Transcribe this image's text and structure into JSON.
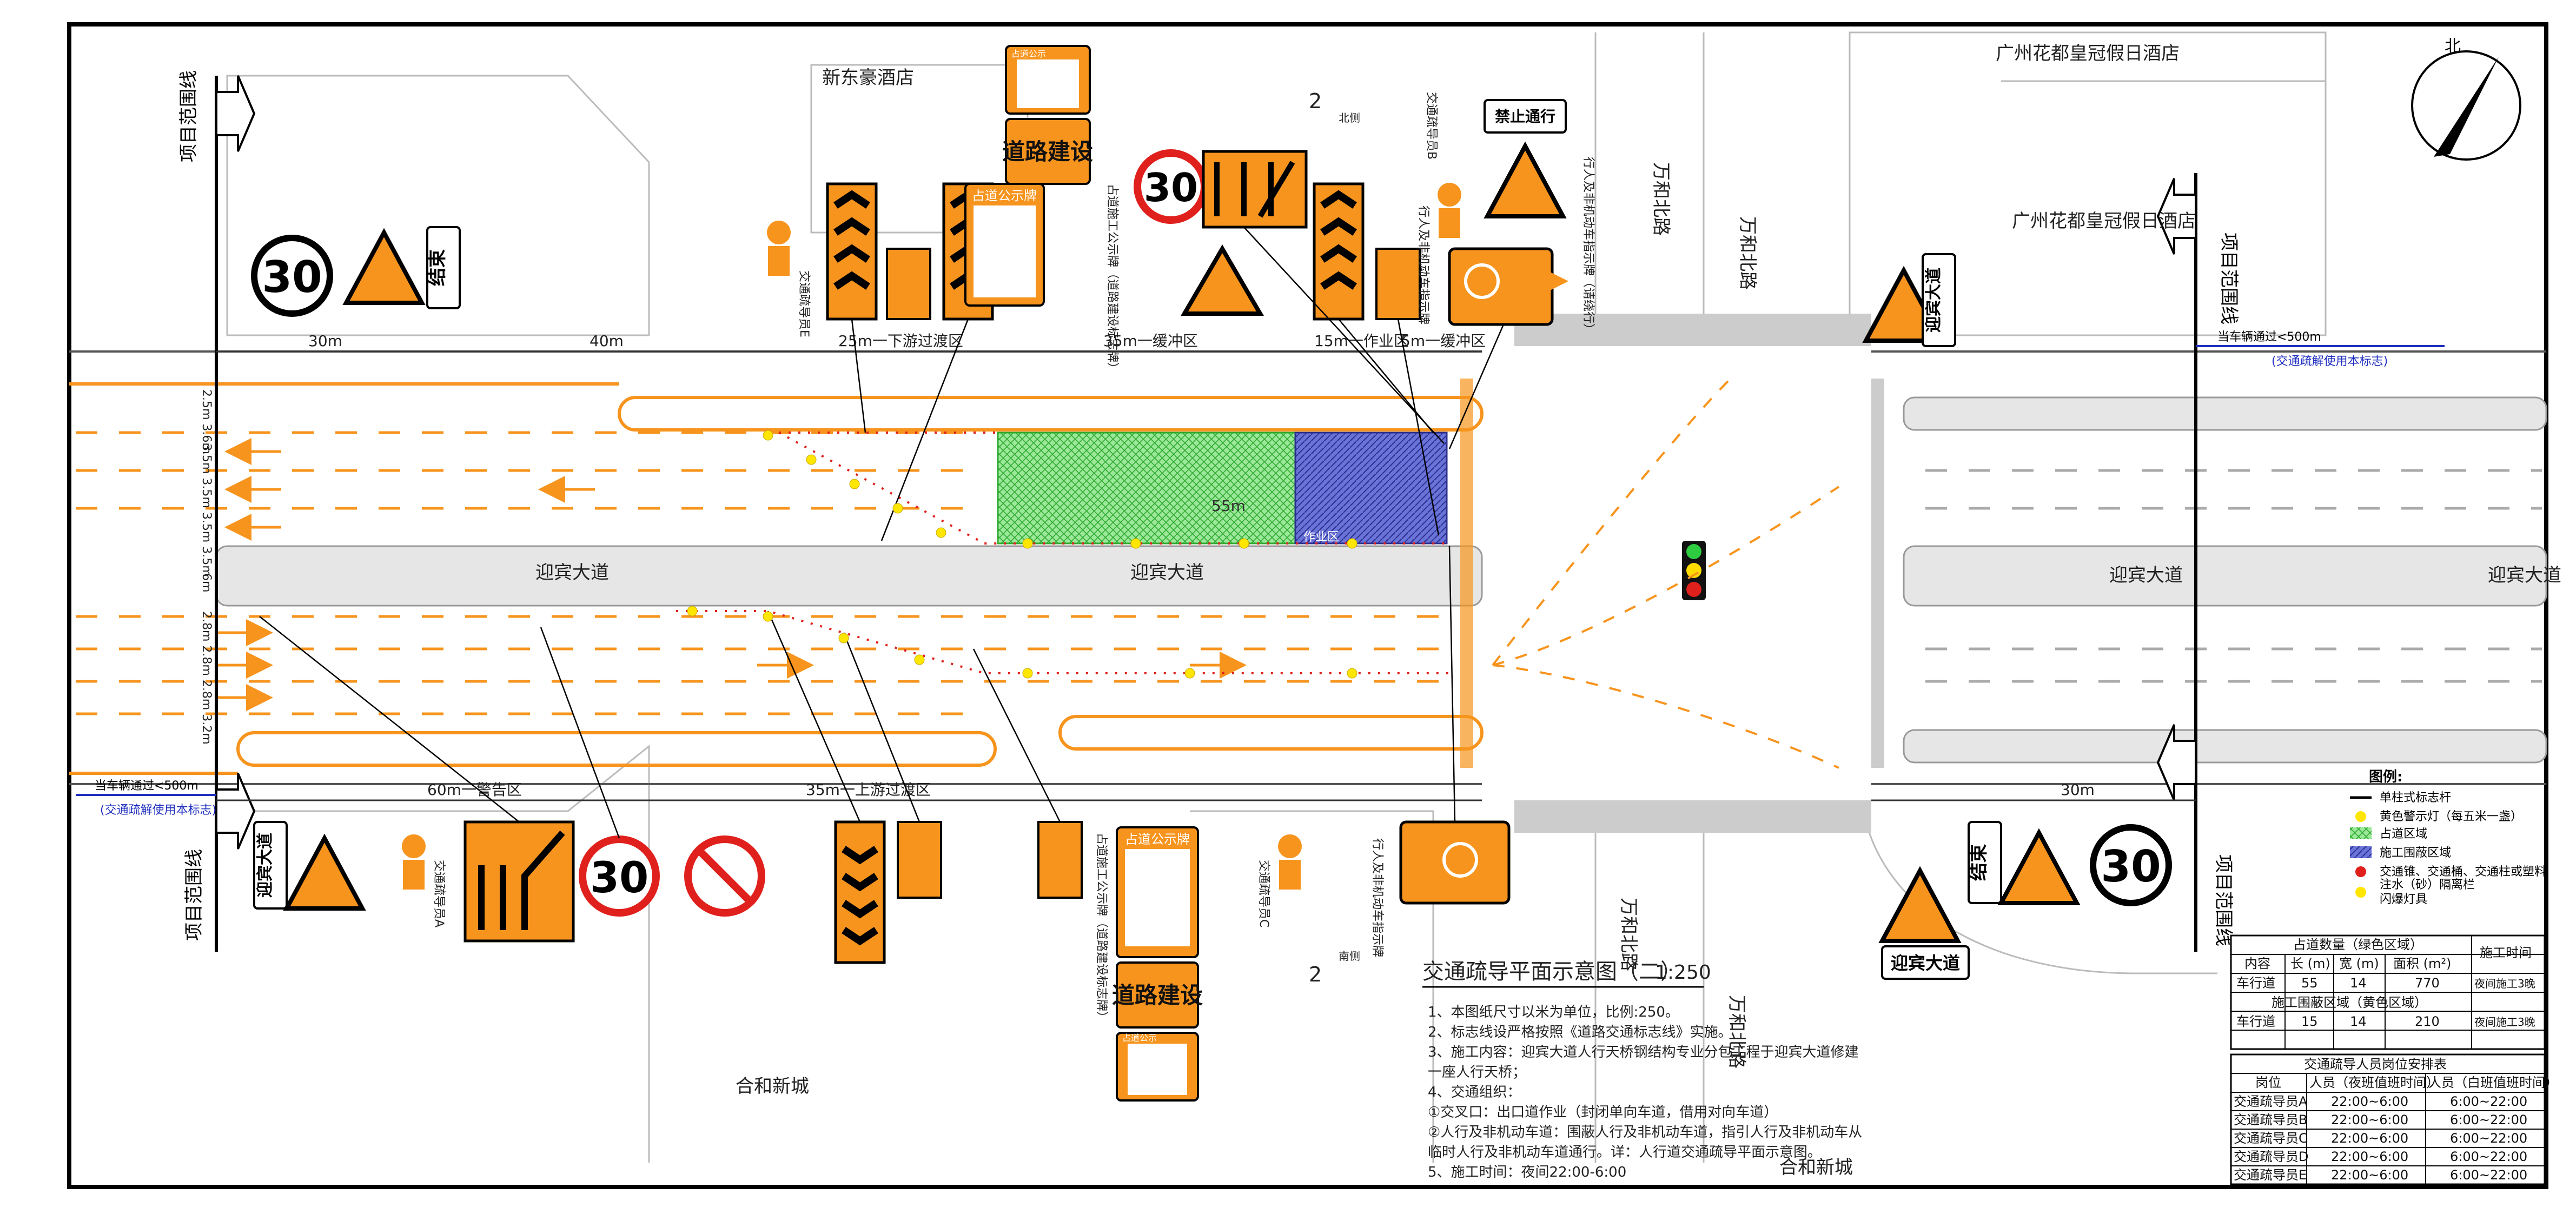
{
  "places": {
    "hotel_top": "新东豪酒店",
    "hotel_right_1": "广州花都皇冠假日酒店",
    "hotel_right_2": "广州花都皇冠假日酒店",
    "area_bottom_1": "合和新城",
    "area_bottom_2": "合和新城",
    "road_main_1": "迎宾大道",
    "road_main_2": "迎宾大道",
    "road_main_3": "迎宾大道",
    "road_main_4": "迎宾大道",
    "road_cross_1": "万和北路",
    "road_cross_2": "万和北路",
    "road_cross_3": "万和北路",
    "road_cross_4": "万和北路"
  },
  "boundary": {
    "left_top": "项目范围线",
    "left_bottom": "项目范围线",
    "right_top": "项目范围线",
    "right_bottom": "项目范围线",
    "north_label": "北"
  },
  "dimensions": {
    "d30_left": "30m",
    "d40": "40m",
    "d25": "25m一下游过渡区",
    "d35_buffer": "35m一缓冲区",
    "d15_work": "15m一作业区",
    "d5_buffer": "5m一缓冲区",
    "d60_warning": "60m一警告区",
    "d35_up": "35m一上游过渡区",
    "d30_right": "30m",
    "d55": "55m",
    "width_left_top": "2.5m 3.6m",
    "width_left_mid": "3.5m 3.5m 3.5m 3.5m",
    "width_left_bottom": "2.8m 2.8m 2.8m 3.2m",
    "width_6m": "6m",
    "section_top": "2",
    "section_top_sub": "北侧",
    "section_bottom": "2",
    "section_bottom_sub": "南侧"
  },
  "sign_texts": {
    "speed": "30",
    "end_left": "结束",
    "end_right": "结束",
    "yingbin_left": "迎宾大道",
    "yingbin_right": "迎宾大道",
    "yingbin_bottom": "迎宾大道",
    "road_works": "道路建设",
    "road_works_2": "道路建设",
    "notice_title": "占道公示牌",
    "notice_title_2": "占道公示牌",
    "notice_small": "占道公示",
    "notice_small_2": "占道公示",
    "guide_mark": "禁止通行",
    "person_a": "交通疏导员A",
    "person_b": "交通疏导员B",
    "person_c": "交通疏导员C",
    "person_e": "交通疏导员E",
    "sign_desc_1": "占道施工公示牌（道路建设标志牌）",
    "sign_desc_2": "行人及非机动车指示牌（请绕行）",
    "sign_desc_3": "占道施工公示牌（道路建设标志牌）",
    "sign_desc_4": "行人及非机动车指示牌",
    "sign_desc_5": "行人及非机动车指示牌",
    "zone_label": "作业区"
  },
  "usage": {
    "left": "当车辆通过<500m",
    "left_note": "(交通疏解使用本标志)",
    "right": "当车辆通过<500m",
    "right_note": "(交通疏解使用本标志)"
  },
  "legend": {
    "title": "图例:",
    "items": [
      {
        "label": "单柱式标志杆"
      },
      {
        "label": "黄色警示灯（每五米一盏）"
      },
      {
        "label": "占道区域"
      },
      {
        "label": "施工围蔽区域"
      },
      {
        "label": "交通锥、交通桶、交通柱或塑料"
      },
      {
        "label": "注水（砂）隔离栏"
      },
      {
        "label": "闪爆灯具"
      }
    ]
  },
  "title": {
    "main": "交通疏导平面示意图（二）",
    "scale": "1:250"
  },
  "notes": [
    "1、本图纸尺寸以米为单位，比例:250。",
    "2、标志线设严格按照《道路交通标志线》实施。",
    "3、施工内容：迎宾大道人行天桥钢结构专业分包工程于迎宾大道修建",
    "一座人行天桥；",
    "4、交通组织：",
    "①交叉口：出口道作业（封闭单向车道，借用对向车道）",
    "②人行及非机动车道：围蔽人行及非机动车道，指引人行及非机动车从",
    "临时人行及非机动车道通行。详：人行道交通疏导平面示意图。",
    "5、施工时间：夜间22:00-6:00"
  ],
  "table_area": {
    "title_1": "占道数量（绿色区域）",
    "col_time": "施工时间",
    "headers": [
      "内容",
      "长 (m)",
      "宽 (m)",
      "面积 (m²)"
    ],
    "row_1": [
      "车行道",
      "55",
      "14",
      "770",
      "夜间施工3晚"
    ],
    "title_2": "施工围蔽区域（黄色区域）",
    "row_2": [
      "车行道",
      "15",
      "14",
      "210",
      "夜间施工3晚"
    ]
  },
  "table_staff": {
    "title": "交通疏导人员岗位安排表",
    "headers": [
      "岗位",
      "人员（夜班值班时间）",
      "人员（白班值班时间）"
    ],
    "rows": [
      [
        "交通疏导员A",
        "22:00~6:00",
        "6:00~22:00"
      ],
      [
        "交通疏导员B",
        "22:00~6:00",
        "6:00~22:00"
      ],
      [
        "交通疏导员C",
        "22:00~6:00",
        "6:00~22:00"
      ],
      [
        "交通疏导员D",
        "22:00~6:00",
        "6:00~22:00"
      ],
      [
        "交通疏导员E",
        "22:00~6:00",
        "6:00~22:00"
      ]
    ]
  },
  "colors": {
    "orange": "#f7941d",
    "green_zone": "#7ee07e",
    "blue_zone": "#4d55c8",
    "red_cone": "#e0201c",
    "yellow_light": "#ffe600",
    "frame": "#000000"
  }
}
